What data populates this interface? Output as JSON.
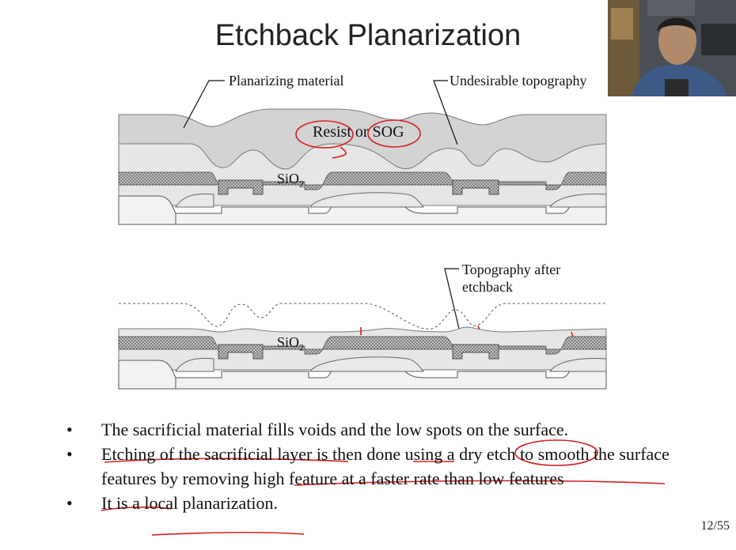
{
  "slide": {
    "title": "Etchback Planarization",
    "page_number": "12/55"
  },
  "diagram_top": {
    "label_planarizing": "Planarizing material",
    "label_undesirable": "Undesirable topography",
    "label_resist": "Resist or SOG",
    "label_sio2_main": "SiO",
    "label_sio2_sub": "2"
  },
  "diagram_bottom": {
    "label_topography_line1": "Topography after",
    "label_topography_line2": "etchback",
    "label_sio2_main": "SiO",
    "label_sio2_sub": "2"
  },
  "bullets": [
    {
      "dot": "•",
      "text": "The sacrificial material fills voids and the low spots on the surface."
    },
    {
      "dot": "•",
      "text": "Etching of the sacrificial layer is then done using a dry etch to smooth the surface features by removing high feature at a faster rate than low features"
    },
    {
      "dot": "•",
      "text": "It is a local planarization."
    }
  ],
  "colors": {
    "annotation_red": "#d42020",
    "layer_gray": "#d6d6d6",
    "sio2_light": "#ececec"
  }
}
